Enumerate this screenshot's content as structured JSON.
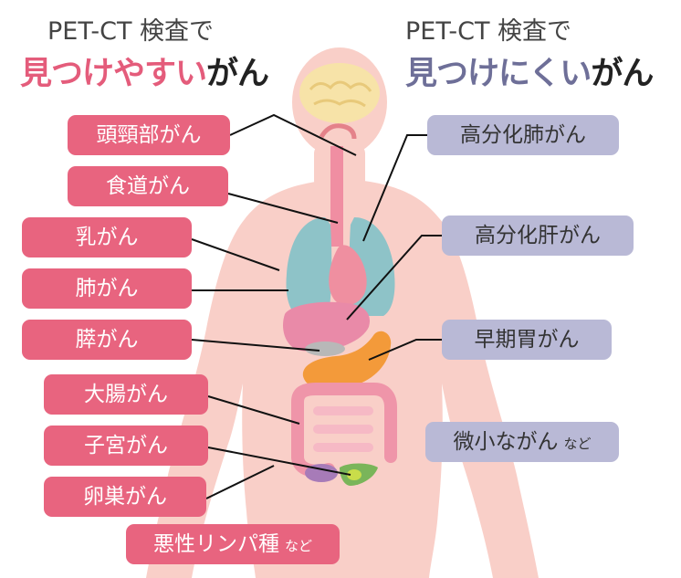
{
  "header": {
    "left": {
      "subtitle": "PET-CT 検査で",
      "accent": "見つけやすい",
      "suffix": "がん"
    },
    "right": {
      "subtitle": "PET-CT 検査で",
      "accent": "見つけにくい",
      "suffix": "がん"
    }
  },
  "easy_labels": {
    "head_neck": "頭頸部がん",
    "esophagus": "食道がん",
    "breast": "乳がん",
    "lung": "肺がん",
    "pancreas": "膵がん",
    "colon": "大腸がん",
    "uterus": "子宮がん",
    "ovary": "卵巣がん",
    "lymphoma": "悪性リンパ種",
    "lymphoma_suffix": "など"
  },
  "hard_labels": {
    "lung_diff": "高分化肺がん",
    "liver_diff": "高分化肝がん",
    "stomach_early": "早期胃がん",
    "micro": "微小ながん",
    "micro_suffix": "など"
  },
  "colors": {
    "easy_pill": "#e8647f",
    "hard_pill": "#b9b9d6",
    "body": "#f9cfc8",
    "lungs": "#8ec3c8",
    "brain": "#f7e3a8",
    "liver": "#e98aa8",
    "stomach": "#f39a3a",
    "intestine": "#ef95a9"
  }
}
